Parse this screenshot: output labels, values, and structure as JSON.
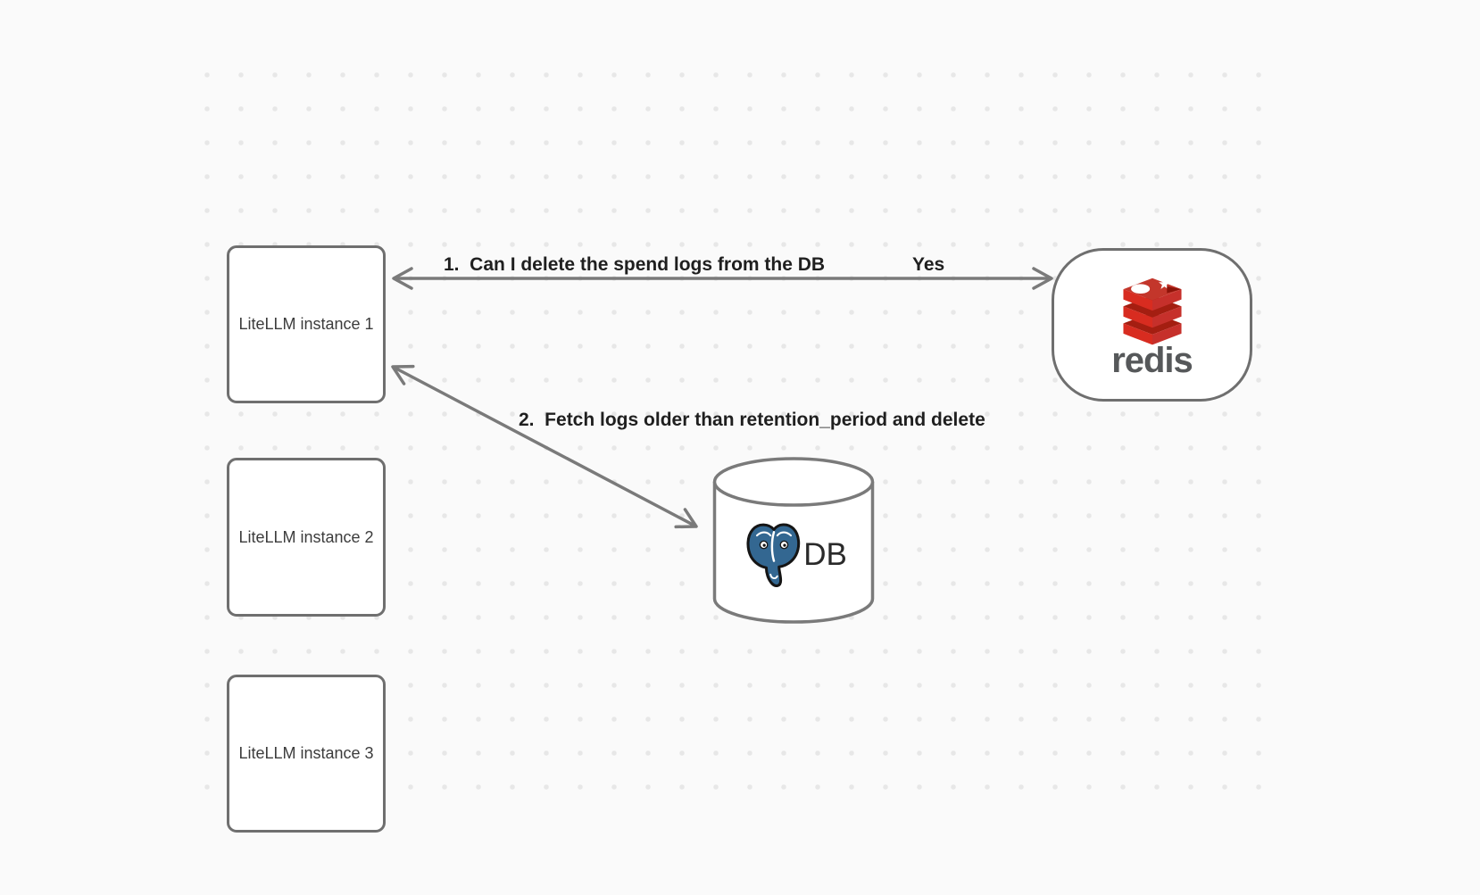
{
  "canvas": {
    "background_color": "#fafafa",
    "grid_dot_color": "#e7e7e7",
    "shape_stroke_color": "#6f6f6f",
    "arrow_color": "#7a7a7a"
  },
  "nodes": {
    "litellm_instances": [
      {
        "label": "LiteLLM instance 1"
      },
      {
        "label": "LiteLLM instance 2"
      },
      {
        "label": "LiteLLM instance 3"
      }
    ],
    "redis": {
      "wordmark": "redis",
      "logo_red": "#d82c20",
      "logo_dark_red": "#a41e11",
      "wordmark_color": "#56585a"
    },
    "database": {
      "label": "DB",
      "postgres_blue": "#336791"
    }
  },
  "arrows": [
    {
      "name": "litellm-redis",
      "direction": "bidirectional",
      "label": "1.  Can I delete the spend logs from the DB",
      "response": "Yes"
    },
    {
      "name": "litellm-db",
      "direction": "bidirectional",
      "label": "2.  Fetch logs older than retention_period and delete"
    }
  ]
}
